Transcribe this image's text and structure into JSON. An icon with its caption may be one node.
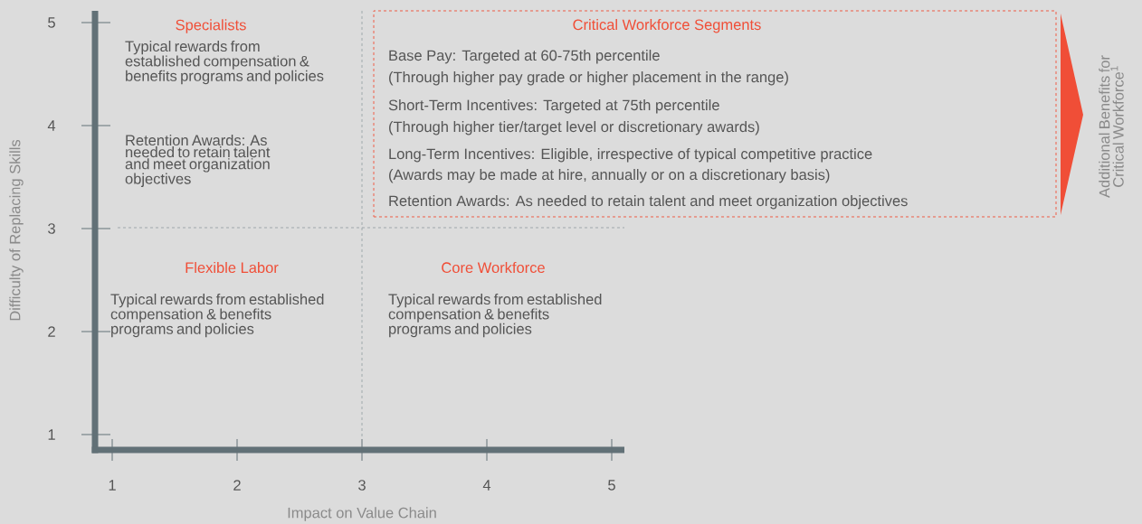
{
  "diagram": {
    "nodes": [
      {
        "text": [
          "Critical Workforce Segments",
          "Base Pay: Targeted at 60-75th percentile",
          "(Through higher pay grade or higher placement in the range)",
          "Short-Term Incentives: Targeted at 75th percentile",
          "(Through higher tier/target level or discretionary awards)",
          "Long-Term Incentives: Eligible, irrespective of typical competitive practice",
          "(Awards may be made at hire, annually or on a discretionary basis)",
          "Retention Awards: As needed to retain talent and meet organization objectives"
        ]
      }
    ],
    "labels": [
      "Difficulty of Replacing Skills",
      "5",
      "4",
      "3",
      "2",
      "1",
      "Specialists",
      "Typical rewards from established compensation & benefits programs and policies",
      "Retention Awards: As needed to retain talent and meet organization objectives",
      "Flexible Labor",
      "Typical rewards from established compensation & benefits programs and policies",
      "Core Workforce",
      "Typical rewards from established compensation & benefits programs and policies",
      "1",
      "2",
      "3",
      "4",
      "5",
      "Impact on Value Chain",
      "Additional Benefits for Critical Workforce$^{1}$"
    ]
  }
}
